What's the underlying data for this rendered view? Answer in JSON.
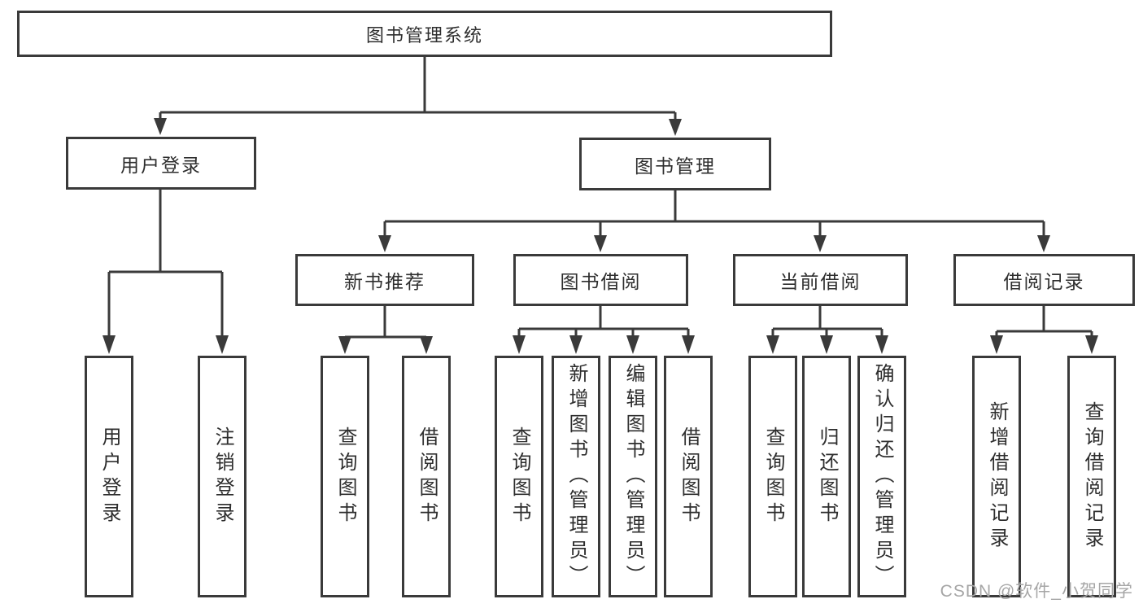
{
  "nodes": {
    "root": {
      "label": "图书管理系统"
    },
    "level2": [
      {
        "id": "user-login",
        "label": "用户登录"
      },
      {
        "id": "book-management",
        "label": "图书管理"
      }
    ],
    "level3": [
      {
        "id": "new-book-recommend",
        "label": "新书推荐"
      },
      {
        "id": "book-borrow",
        "label": "图书借阅"
      },
      {
        "id": "current-borrow",
        "label": "当前借阅"
      },
      {
        "id": "borrow-records",
        "label": "借阅记录"
      }
    ],
    "leaves": [
      {
        "parent": "用户登录",
        "label": "用户登录"
      },
      {
        "parent": "用户登录",
        "label": "注销登录"
      },
      {
        "parent": "新书推荐",
        "label": "查询图书"
      },
      {
        "parent": "新书推荐",
        "label": "借阅图书"
      },
      {
        "parent": "图书借阅",
        "label": "查询图书"
      },
      {
        "parent": "图书借阅",
        "label": "新增图书（管理员）"
      },
      {
        "parent": "图书借阅",
        "label": "编辑图书（管理员）"
      },
      {
        "parent": "图书借阅",
        "label": "借阅图书"
      },
      {
        "parent": "当前借阅",
        "label": "查询图书"
      },
      {
        "parent": "当前借阅",
        "label": "归还图书"
      },
      {
        "parent": "当前借阅",
        "label": "确认归还（管理员）"
      },
      {
        "parent": "借阅记录",
        "label": "新增借阅记录"
      },
      {
        "parent": "借阅记录",
        "label": "查询借阅记录"
      }
    ]
  },
  "watermark": {
    "text": "CSDN @软件_小贺同学"
  },
  "colors": {
    "line": "#3a3a3a",
    "text": "#2e2e2e",
    "background": "#ffffff",
    "watermark": "#a6a6a6"
  }
}
